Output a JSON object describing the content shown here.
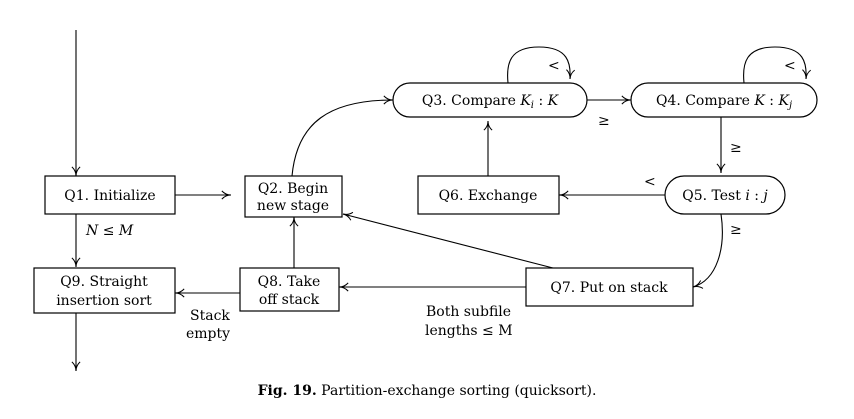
{
  "nodes": {
    "q1": {
      "line1": "Q1. Initialize"
    },
    "q2": {
      "line1": "Q2. Begin",
      "line2": "new stage"
    },
    "q3": {
      "line1": "Q3. Compare ",
      "var": "K",
      "sub": "i",
      "sep": " : ",
      "var2": "K"
    },
    "q4": {
      "line1": "Q4. Compare ",
      "var": "K",
      "sep": " : ",
      "var2": "K",
      "sub2": "j"
    },
    "q5": {
      "line1": "Q5. Test ",
      "var": "i",
      "sep": " : ",
      "var2": "j"
    },
    "q6": {
      "line1": "Q6. Exchange"
    },
    "q7": {
      "line1": "Q7. Put on stack"
    },
    "q8": {
      "line1": "Q8. Take",
      "line2": "off stack"
    },
    "q9": {
      "line1": "Q9. Straight",
      "line2": "insertion sort"
    }
  },
  "edge_labels": {
    "q1_q9": "N ≤ M",
    "q3_loop": "<",
    "q3_q4": "≥",
    "q4_loop": "<",
    "q4_q5": "≥",
    "q5_q6": "<",
    "q5_q7": "≥",
    "q7_q8_line1": "Both subfile",
    "q7_q8_line2": "lengths ≤ M",
    "q8_q9_line1": "Stack",
    "q8_q9_line2": "empty"
  },
  "caption": {
    "label": "Fig. 19.",
    "text": " Partition-exchange sorting (quicksort)."
  }
}
